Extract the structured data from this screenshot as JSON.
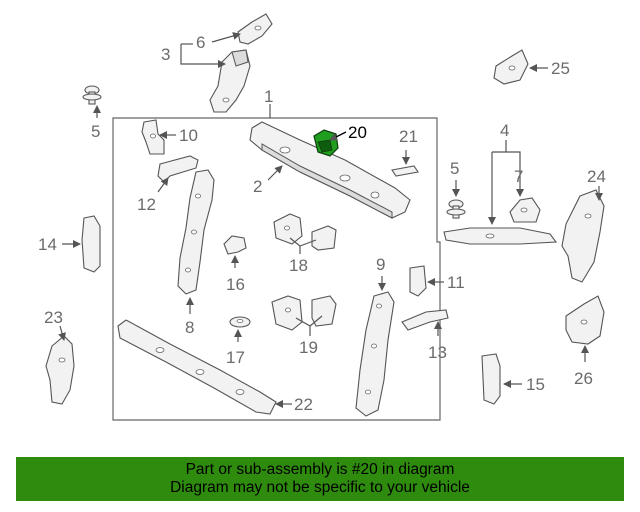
{
  "callouts": {
    "c1": "1",
    "c2": "2",
    "c3": "3",
    "c4": "4",
    "c5a": "5",
    "c5b": "5",
    "c6": "6",
    "c7": "7",
    "c8": "8",
    "c9": "9",
    "c10": "10",
    "c11": "11",
    "c12": "12",
    "c13": "13",
    "c14": "14",
    "c15": "15",
    "c16": "16",
    "c17": "17",
    "c18": "18",
    "c19": "19",
    "c20": "20",
    "c21": "21",
    "c22": "22",
    "c23": "23",
    "c24": "24",
    "c25": "25",
    "c26": "26"
  },
  "highlighted_part": "20",
  "colors": {
    "highlight": "#1f9e1f",
    "banner": "#2e8b0e",
    "line": "#555555"
  },
  "banner": {
    "line1": "Part or sub-assembly is #20 in diagram",
    "line2": "Diagram may not be specific to your vehicle"
  }
}
